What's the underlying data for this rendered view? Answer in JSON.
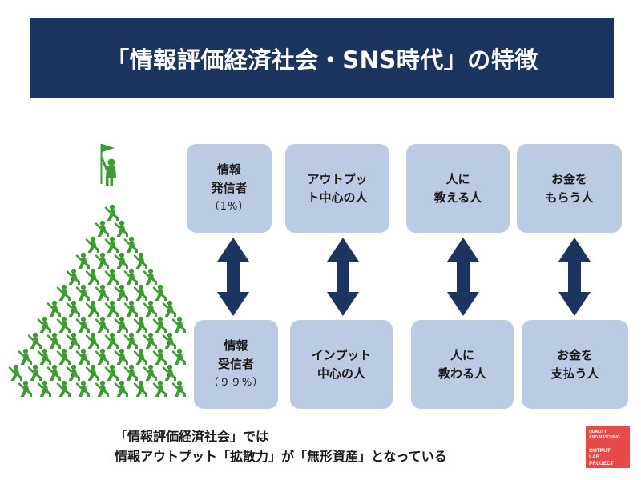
{
  "header": {
    "title": "「情報評価経済社会・SNS時代」の特徴"
  },
  "cards_top": [
    {
      "lines": [
        "情報",
        "発信者"
      ],
      "sub": "（1%）"
    },
    {
      "lines": [
        "アウトプッ",
        "ト中心の人"
      ],
      "sub": ""
    },
    {
      "lines": [
        "人に",
        "教える人"
      ],
      "sub": ""
    },
    {
      "lines": [
        "お金を",
        "もらう人"
      ],
      "sub": ""
    }
  ],
  "cards_bottom": [
    {
      "lines": [
        "情報",
        "受信者"
      ],
      "sub": "（９９%）"
    },
    {
      "lines": [
        "インプット",
        "中心の人"
      ],
      "sub": ""
    },
    {
      "lines": [
        "人に",
        "教わる人"
      ],
      "sub": ""
    },
    {
      "lines": [
        "お金を",
        "支払う人"
      ],
      "sub": ""
    }
  ],
  "footer": {
    "line1": "「情報評価経済社会」では",
    "line2": "情報アウトプット「拡散力」が「無形資産」となっている"
  },
  "badge": {
    "line1": "QUALITY",
    "line2": "AND MATCHING",
    "line3": "OUTPUT",
    "line4": "LAB",
    "line5": "PROJECT"
  },
  "colors": {
    "header_bg": "#1b3460",
    "card_bg": "#bccbe4",
    "arrow": "#1b3460",
    "figure_green": "#3e9a32",
    "badge_bg": "#e84a4a"
  },
  "icons": {
    "pyramid": "people-pyramid-icon",
    "flag": "flag-icon",
    "arrow": "double-arrow-vertical-icon"
  }
}
